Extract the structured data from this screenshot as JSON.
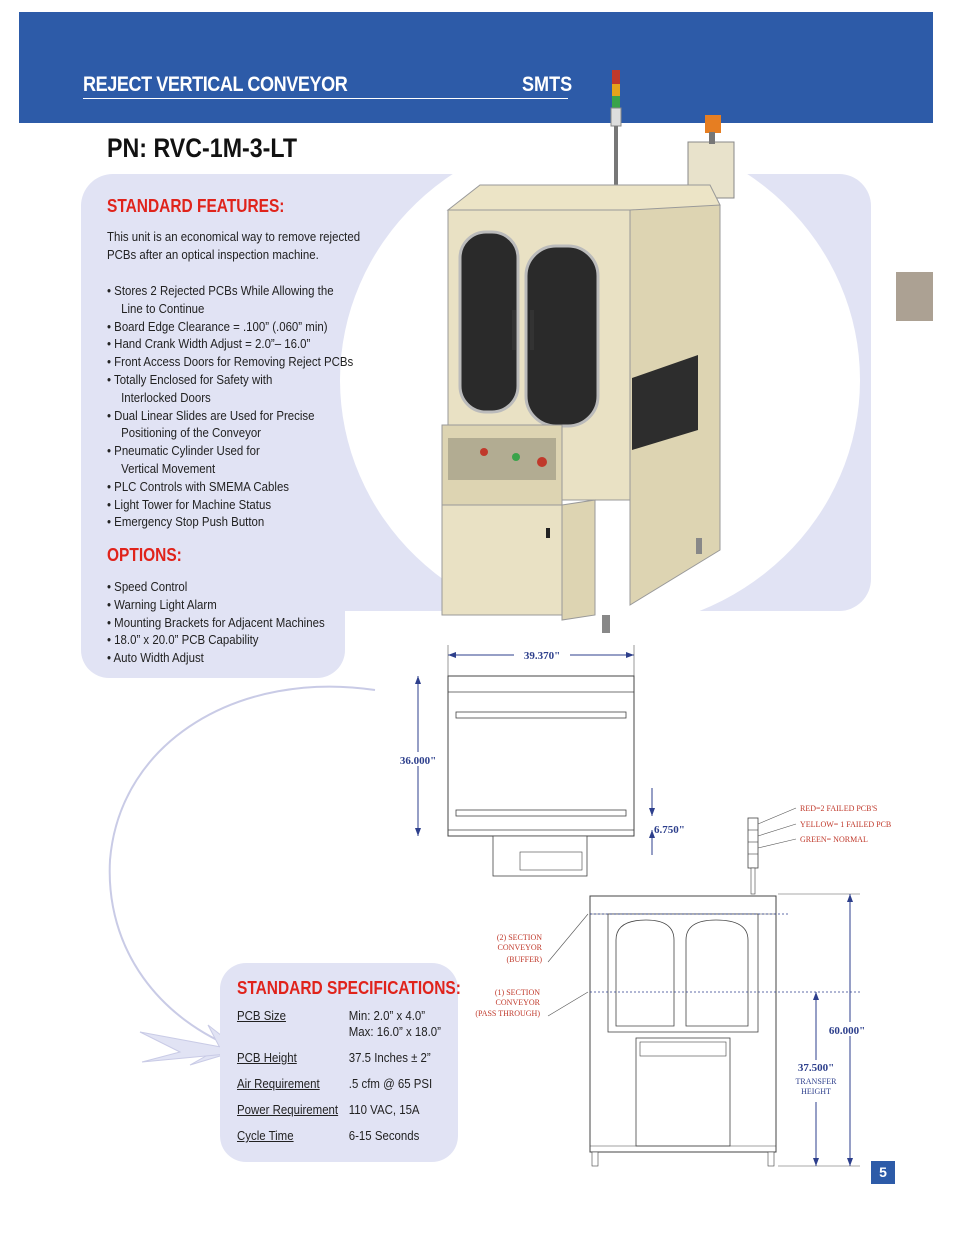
{
  "header": {
    "title": "REJECT VERTICAL CONVEYOR",
    "brand": "SMTS"
  },
  "part_number": "PN: RVC-1M-3-LT",
  "features": {
    "heading": "STANDARD FEATURES:",
    "intro_line1": "This unit is an economical way to remove rejected",
    "intro_line2": "PCBs after an optical inspection machine.",
    "items": [
      {
        "line1": "• Stores 2 Rejected PCBs While Allowing the",
        "line2": "Line to Continue"
      },
      {
        "line1": "• Board Edge Clearance = .100” (.060” min)",
        "line2": ""
      },
      {
        "line1": "• Hand Crank Width Adjust = 2.0”– 16.0”",
        "line2": ""
      },
      {
        "line1": "• Front Access Doors for Removing Reject PCBs",
        "line2": ""
      },
      {
        "line1": "• Totally Enclosed for Safety with",
        "line2": "Interlocked Doors"
      },
      {
        "line1": "• Dual Linear Slides are Used for Precise",
        "line2": "Positioning of the Conveyor"
      },
      {
        "line1": "• Pneumatic Cylinder Used for",
        "line2": "Vertical Movement"
      },
      {
        "line1": "• PLC Controls with SMEMA Cables",
        "line2": ""
      },
      {
        "line1": "• Light Tower for Machine Status",
        "line2": ""
      },
      {
        "line1": "• Emergency Stop Push Button",
        "line2": ""
      }
    ]
  },
  "options": {
    "heading": "OPTIONS:",
    "items": [
      "• Speed Control",
      "• Warning Light Alarm",
      "• Mounting Brackets for Adjacent Machines",
      "• 18.0” x 20.0” PCB Capability",
      "• Auto Width Adjust"
    ]
  },
  "specs": {
    "heading": "STANDARD SPECIFICATIONS:",
    "rows": [
      {
        "label": "PCB Size",
        "value": "Min:     2.0” x 4.0”",
        "value2": "Max:    16.0” x 18.0”"
      },
      {
        "label": "PCB Height",
        "value": "37.5 Inches ± 2”",
        "value2": ""
      },
      {
        "label": "Air Requirement",
        "value": ".5 cfm @ 65 PSI",
        "value2": ""
      },
      {
        "label": "Power Requirement",
        "value": "110 VAC, 15A",
        "value2": ""
      },
      {
        "label": "Cycle Time",
        "value": "6-15 Seconds",
        "value2": ""
      }
    ]
  },
  "drawing": {
    "width_dim": "39.370\"",
    "depth_dim": "36.000\"",
    "offset_dim": "6.750\"",
    "height_dim": "60.000\"",
    "transfer_dim": "37.500\"",
    "transfer_label_1": "TRANSFER",
    "transfer_label_2": "HEIGHT",
    "light_red": "RED=2 FAILED PCB'S",
    "light_yellow": "YELLOW= 1 FAILED PCB",
    "light_green": "GREEN= NORMAL",
    "buffer_1": "(2) SECTION",
    "buffer_2": "CONVEYOR",
    "buffer_3": "(BUFFER)",
    "pass_1": "(1) SECTION",
    "pass_2": "CONVEYOR",
    "pass_3": "(PASS THROUGH)"
  },
  "page_number": "5",
  "colors": {
    "banner_blue": "#2d5ba8",
    "panel_lavender": "#e1e3f4",
    "heading_red": "#e0231b",
    "tab_taupe": "#aca193"
  }
}
